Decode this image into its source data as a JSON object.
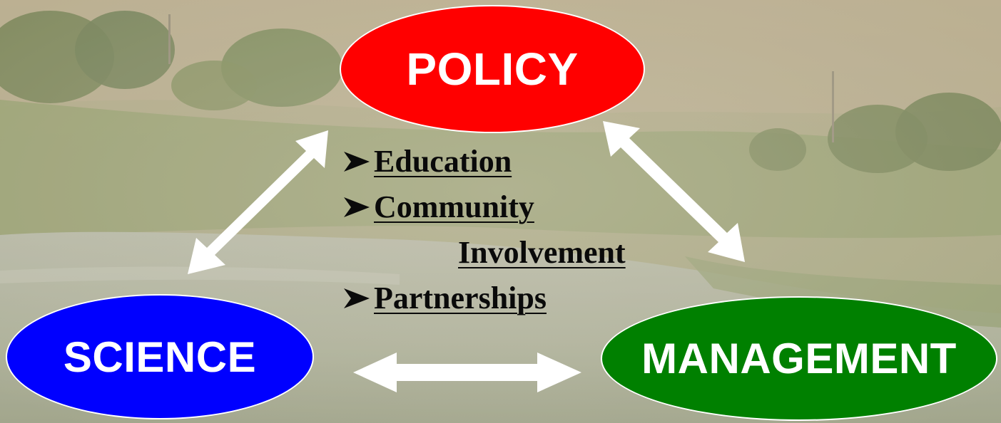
{
  "colors": {
    "policy": "#ff0000",
    "science": "#0000ff",
    "management": "#008000",
    "arrows": "#ffffff",
    "text": "#0a0a0a"
  },
  "nodes": {
    "policy": {
      "label": "POLICY"
    },
    "science": {
      "label": "SCIENCE"
    },
    "management": {
      "label": "MANAGEMENT"
    }
  },
  "activities": [
    {
      "line1": "Education"
    },
    {
      "line1": "Community",
      "line2": "Involvement"
    },
    {
      "line1": "Partnerships"
    }
  ],
  "icons": {
    "bullet": "arrowhead-bullet-icon",
    "connectors": "double-headed-arrow-icon"
  },
  "background": {
    "description_icon": "landscape-pond-photo"
  }
}
